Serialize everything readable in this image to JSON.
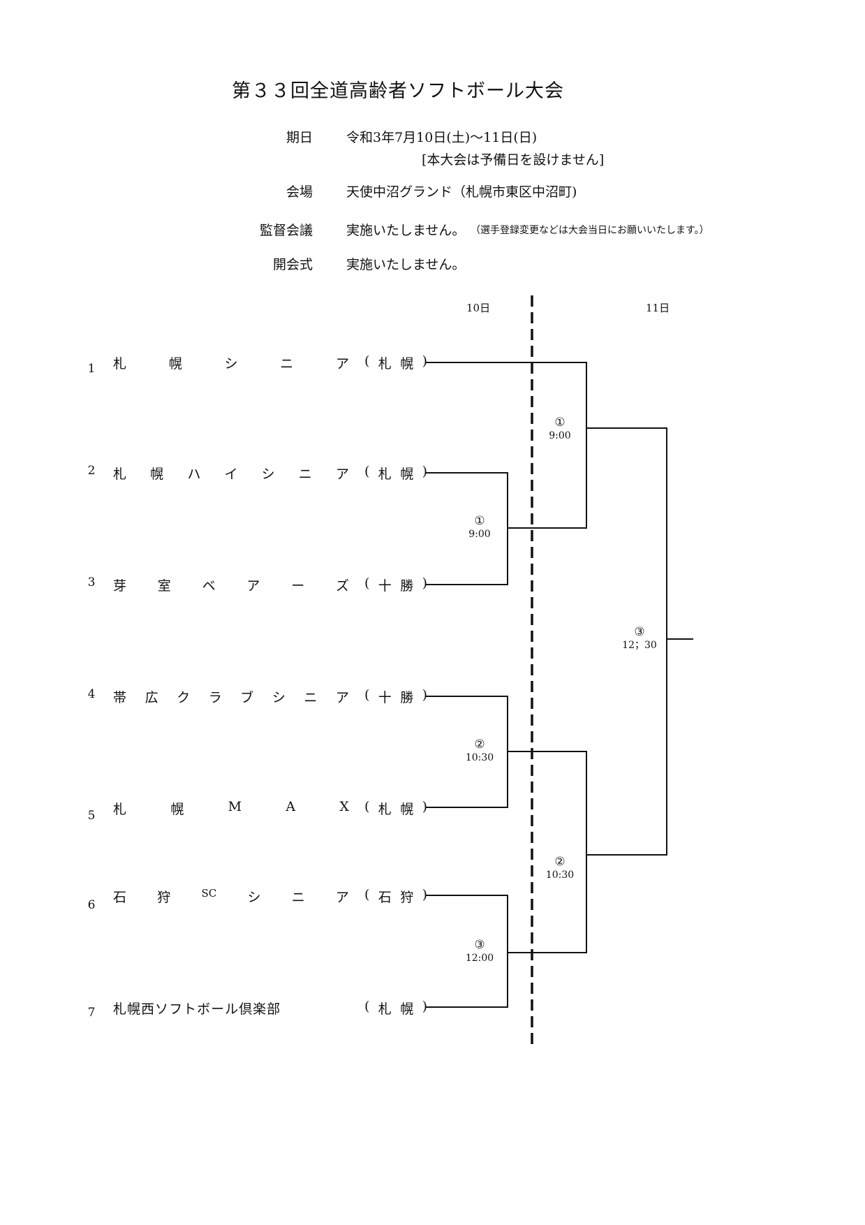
{
  "title": "第３３回全道高齢者ソフトボール大会",
  "info": {
    "date_label": "期日",
    "date_value": "令和3年7月10日(土)〜11日(日)",
    "date_note": "[本大会は予備日を設けません]",
    "venue_label": "会場",
    "venue_value": "天使中沼グランド（札幌市東区中沼町)",
    "meeting_label": "監督会議",
    "meeting_value": "実施いたしません。",
    "meeting_note": "（選手登録変更などは大会当日にお願いいたします。）",
    "ceremony_label": "開会式",
    "ceremony_value": "実施いたしません。"
  },
  "days": {
    "day1": "10日",
    "day2": "11日"
  },
  "teams": [
    {
      "no": "1",
      "name": [
        "札",
        "幌",
        "シ",
        "ニ",
        "ア"
      ],
      "region": [
        "(",
        "札",
        "幌",
        ")"
      ]
    },
    {
      "no": "2",
      "name": [
        "札",
        "幌",
        "ハ",
        "イ",
        "シ",
        "ニ",
        "ア"
      ],
      "region": [
        "(",
        "札",
        "幌",
        ")"
      ]
    },
    {
      "no": "3",
      "name": [
        "芽",
        "室",
        "ベ",
        "ア",
        "ー",
        "ズ"
      ],
      "region": [
        "(",
        "十",
        "勝",
        ")"
      ]
    },
    {
      "no": "4",
      "name": [
        "帯",
        "広",
        "ク",
        "ラ",
        "ブ",
        "シ",
        "ニ",
        "ア"
      ],
      "region": [
        "(",
        "十",
        "勝",
        ")"
      ]
    },
    {
      "no": "5",
      "name": [
        "札",
        "幌",
        "M",
        "A",
        "X"
      ],
      "region": [
        "(",
        "札",
        "幌",
        ")"
      ]
    },
    {
      "no": "6",
      "name": [
        "石",
        "狩",
        "SC",
        "シ",
        "ニ",
        "ア"
      ],
      "region": [
        "(",
        "石",
        "狩",
        ")"
      ]
    },
    {
      "no": "7",
      "name": [
        "札",
        "幌",
        "西",
        "ソ",
        "フ",
        "ト",
        "ボ",
        "ー",
        "ル",
        "倶",
        "楽",
        "部"
      ],
      "region": [
        "(",
        "札",
        "幌",
        ")"
      ]
    }
  ],
  "games": {
    "d1_g1": {
      "no": "①",
      "time": "9:00"
    },
    "d1_g2": {
      "no": "②",
      "time": "10:30"
    },
    "d1_g3": {
      "no": "③",
      "time": "12:00"
    },
    "d2_g1": {
      "no": "①",
      "time": "9:00"
    },
    "d2_g2": {
      "no": "②",
      "time": "10:30"
    },
    "d2_g3": {
      "no": "③",
      "time": "12；30"
    }
  }
}
